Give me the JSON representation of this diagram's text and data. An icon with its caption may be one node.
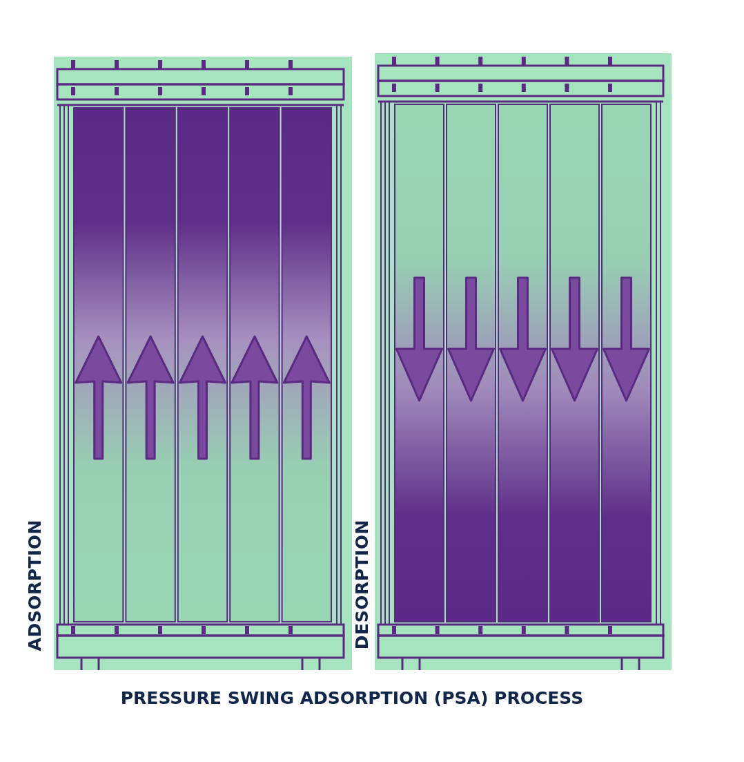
{
  "diagram": {
    "caption": "PRESSURE SWING ADSORPTION (PSA) PROCESS",
    "labels": [
      "ADSORPTION",
      "DESORPTION"
    ]
  }
}
